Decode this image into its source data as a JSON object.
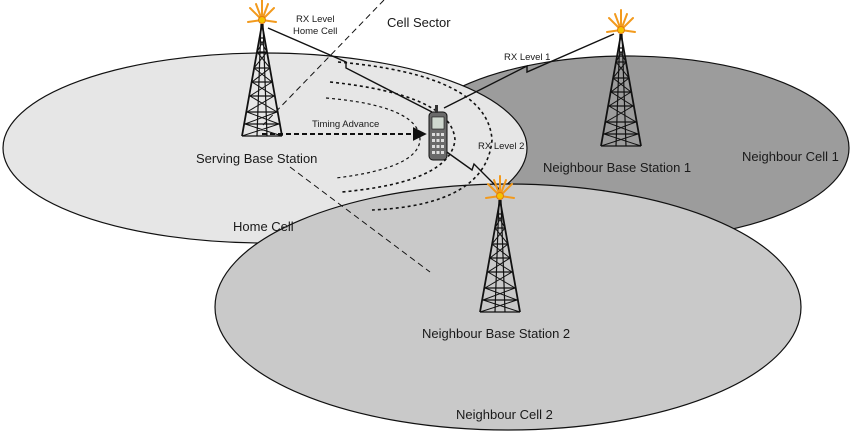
{
  "labels": {
    "rx_level_home_line1": "RX Level",
    "rx_level_home_line2": "Home Cell",
    "cell_sector": "Cell Sector",
    "rx_level_1": "RX Level 1",
    "rx_level_2": "RX Level 2",
    "timing_advance": "Timing Advance",
    "serving_base_station": "Serving Base Station",
    "home_cell": "Home Cell",
    "neighbour_base_station_1": "Neighbour Base Station 1",
    "neighbour_cell_1": "Neighbour Cell 1",
    "neighbour_base_station_2": "Neighbour Base Station 2",
    "neighbour_cell_2": "Neighbour Cell 2"
  },
  "colors": {
    "home_cell_fill": "#e6e6e6",
    "neighbour_cell_1_fill": "#9c9c9c",
    "neighbour_cell_2_fill": "#c9c9c9",
    "antenna_flare": "#f29a1d",
    "antenna_core": "#f5c400",
    "line": "#111111"
  },
  "icons": {
    "base_station": "tower-icon",
    "mobile": "mobile-phone-icon"
  }
}
